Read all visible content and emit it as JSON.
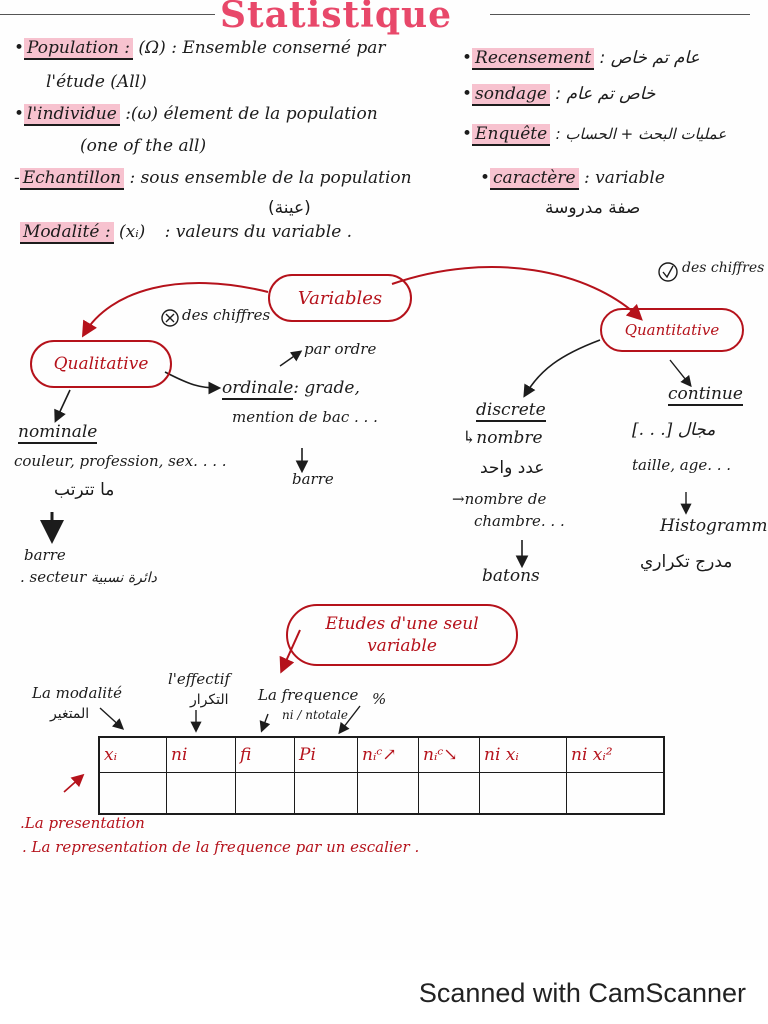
{
  "title": "Statistique",
  "definitions_left": [
    {
      "term": "Population :",
      "symbol": "(Ω)",
      "text": ": Ensemble conserné par"
    },
    {
      "text_cont": "l'étude  (All)"
    },
    {
      "term": "l'individue",
      "symbol": ":(ω)",
      "text": "élement de la population"
    },
    {
      "text_cont": "(one of the all)"
    },
    {
      "term": "Echantillon",
      "text": ": sous ensemble de la population"
    },
    {
      "arabic": "(عينة)"
    },
    {
      "term": "Modalité :",
      "symbol": "(xᵢ)",
      "text": ": valeurs du variable ."
    }
  ],
  "definitions_right": [
    {
      "term": "Recensement",
      "arabic": ": عام تم خاص"
    },
    {
      "term": "sondage",
      "arabic": ": خاص تم عام"
    },
    {
      "term": "Enquête",
      "arabic": ": عمليات البحث + الحساب"
    },
    {
      "term": "caractère",
      "text": ": variable",
      "arabic": "صفة مدروسة"
    }
  ],
  "mindmap": {
    "center": "Variables",
    "left": "Qualitative",
    "right": "Quantitative",
    "left_note": "des chiffres",
    "right_note": "des chiffres",
    "ordinale_label": "ordinale",
    "ordinale_desc": ": grade,",
    "ordinale_desc2": "mention de bac . . .",
    "par_ordre": "par ordre",
    "ordinale_rep": "barre",
    "nominale_label": "nominale",
    "nominale_desc": "couleur, profession, sex. . . .",
    "nominale_arabic": "ما تترتب",
    "nominale_rep": "barre",
    "nominale_rep2": ". secteur",
    "nominale_rep2_arabic": "دائرة نسبية",
    "discrete_label": "discrete",
    "discrete_desc": "↳nombre",
    "discrete_arabic": "عدد واحد",
    "discrete_example": "→nombre de",
    "discrete_example2": "chambre. . .",
    "discrete_rep": "batons",
    "continue_label": "continue",
    "continue_desc": "[. . .] مجال",
    "continue_example": "taille, age. . .",
    "continue_rep": "Histogramme",
    "continue_rep_arabic": "مدرج تكراري"
  },
  "etudes_cloud": "Etudes d'une seul variable",
  "table_labels": {
    "modalite": "La modalité",
    "modalite_arabic": "المتغير",
    "effectif": "l'effectif",
    "effectif_arabic": "التكرار",
    "frequence": "La frequence",
    "freq_formula": "ni / ntotale",
    "percent": "%"
  },
  "table_headers": [
    "xᵢ",
    "ni",
    "fi",
    "Pi",
    "nᵢᶜ↗",
    "nᵢᶜ↘",
    "ni xᵢ",
    "ni xᵢ²"
  ],
  "notes": [
    ".La presentation",
    ". La representation de la frequence par un escalier ."
  ],
  "footer": "Scanned with CamScanner",
  "colors": {
    "accent": "#b5121b",
    "highlight": "#f7c2cf",
    "title": "#e8486a"
  }
}
